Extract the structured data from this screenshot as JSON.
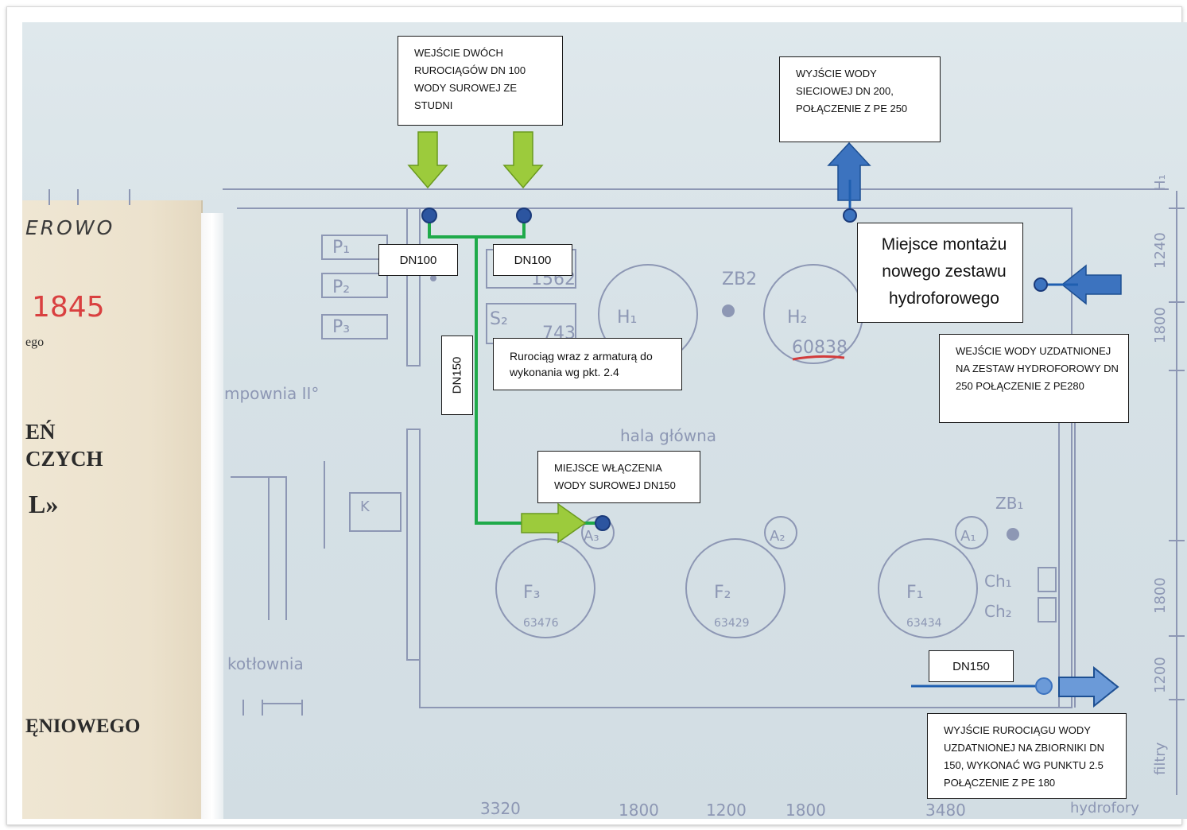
{
  "cover": {
    "place": "EROWO",
    "number": "1845",
    "line_ego": "ego",
    "line_en": "EŃ",
    "line_czych": "CZYCH",
    "line_l": "L»",
    "line_niowego": "ĘNIOWEGO"
  },
  "plan": {
    "p1": "P₁",
    "p2": "P₂",
    "p3": "P₃",
    "num_1562": "1562",
    "s2": "S₂",
    "num_743": "743",
    "h1": "H₁",
    "zb2": "ZB2",
    "h2": "H₂",
    "num_60838": "60838",
    "pompownia": "mpownia II°",
    "hala": "hala  główna",
    "k": "K",
    "a3": "A₃",
    "a2": "A₂",
    "a1": "A₁",
    "zb1": "ZB₁",
    "f3": "F₃",
    "f3_num": "63476",
    "f2": "F₂",
    "f2_num": "63429",
    "f1": "F₁",
    "f1_num": "63434",
    "ch1": "Ch₁",
    "ch2": "Ch₂",
    "kotlownia": "kotłownia",
    "dim_h1": "H₁",
    "dim_1240": "1240",
    "dim_1800a": "1800",
    "dim_1800b": "1800",
    "dim_1200v": "1200",
    "dim_filtry": "filtry",
    "bottom_3320": "3320",
    "bottom_1800a": "1800",
    "bottom_1200": "1200",
    "bottom_1800b": "1800",
    "bottom_3480": "3480",
    "bottom_hydrofory": "hydrofory"
  },
  "callouts": {
    "inlet_two_pipes": "WEJŚCIE DWÓCH RUROCIĄGÓW DN 100 WODY SUROWEJ ZE STUDNI",
    "dn100_left": "DN100",
    "dn100_right": "DN100",
    "dn150_vertical": "DN150",
    "pipeline_note": "Rurociąg wraz z armaturą do wykonania wg pkt. 2.4",
    "raw_water_connection": "MIEJSCE WŁĄCZENIA WODY SUROWEJ DN150",
    "network_outlet": "WYJŚCIE WODY SIECIOWEJ DN 200, POŁĄCZENIE Z PE 250",
    "hydrophore_location": "Miejsce montażu nowego zestawu hydroforowego",
    "treated_inlet": "WEJŚCIE WODY UZDATNIONEJ NA ZESTAW HYDROFOROWY DN 250 POŁĄCZENIE Z PE280",
    "dn150_right": "DN150",
    "treated_outlet": "WYJŚCIE RUROCIĄGU WODY UZDATNIONEJ NA ZBIORNIKI DN 150, WYKONAĆ WG PUNKTU 2.5 POŁĄCZENIE Z PE 180"
  },
  "colors": {
    "green_pipe": "#1faa4a",
    "blue_pipe": "#1f5fb0",
    "arrow_green": "#9ccb3c",
    "arrow_blue": "#3c73bf",
    "sketch_ink": "#8d97b4",
    "red_pencil": "#d23b3b"
  }
}
